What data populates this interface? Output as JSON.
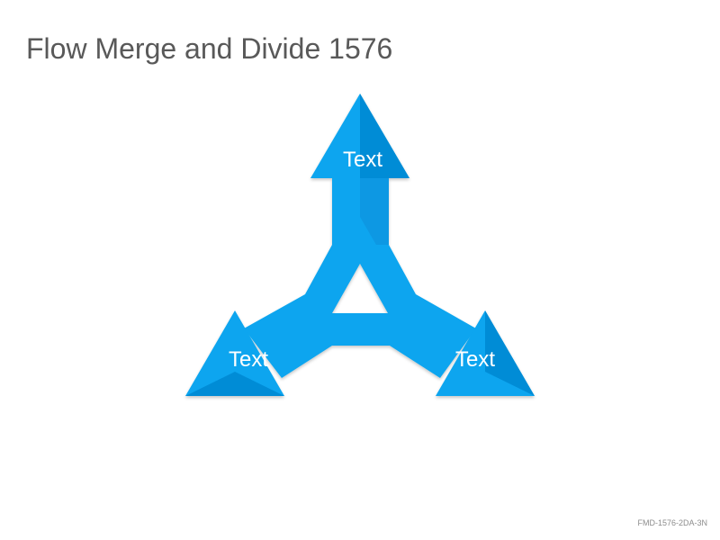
{
  "slide": {
    "title": "Flow Merge and Divide 1576",
    "footer_code": "FMD-1576-2DA-3N"
  },
  "diagram": {
    "arrows": [
      {
        "direction": "up",
        "label": "Text"
      },
      {
        "direction": "down-left",
        "label": "Text"
      },
      {
        "direction": "down-right",
        "label": "Text"
      }
    ],
    "colors": {
      "fill": "#0aa5ef",
      "shade": "#058cd6",
      "background": "#ffffff"
    }
  }
}
